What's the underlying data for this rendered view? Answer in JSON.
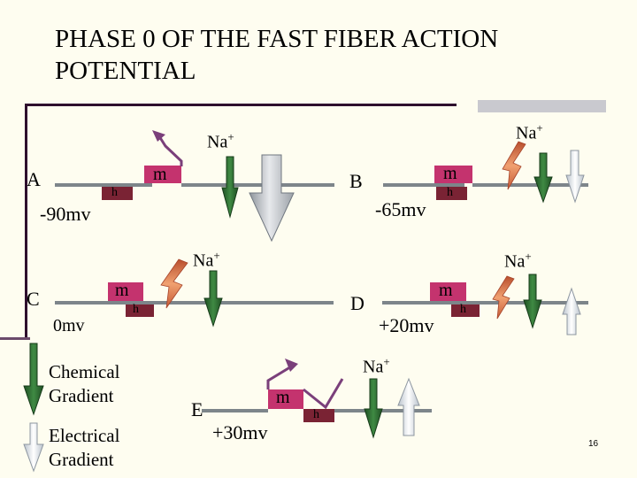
{
  "title": "PHASE 0 OF THE FAST FIBER ACTION POTENTIAL",
  "panels": {
    "a": {
      "letter": "A",
      "voltage": "-90mv",
      "ion": "Na+",
      "gate_m": "m",
      "gate_h": "h"
    },
    "b": {
      "letter": "B",
      "voltage": "-65mv",
      "ion": "Na+",
      "gate_m": "m",
      "gate_h": "h"
    },
    "c": {
      "letter": "C",
      "voltage": "0mv",
      "ion": "Na+",
      "gate_m": "m",
      "gate_h": "h"
    },
    "d": {
      "letter": "D",
      "voltage": "+20mv",
      "ion": "Na+",
      "gate_m": "m",
      "gate_h": "h"
    },
    "e": {
      "letter": "E",
      "voltage": "+30mv",
      "ion": "Na+",
      "gate_m": "m",
      "gate_h": "h"
    }
  },
  "legend": {
    "chemical": {
      "line1": "Chemical",
      "line2": "Gradient",
      "icon": "green-arrow-icon"
    },
    "electrical": {
      "line1": "Electrical",
      "line2": "Gradient",
      "icon": "white-arrow-icon"
    }
  },
  "page_number": "16",
  "colors": {
    "background": "#fefdf0",
    "membrane": "#7d858a",
    "gate_m": "#c4336e",
    "gate_h": "#7a2334",
    "chemical_arrow": "#2f6d33",
    "electrical_arrow": "#d8dee6",
    "ion_arrow": "#7a3f7a",
    "lightning": "#e08552"
  }
}
